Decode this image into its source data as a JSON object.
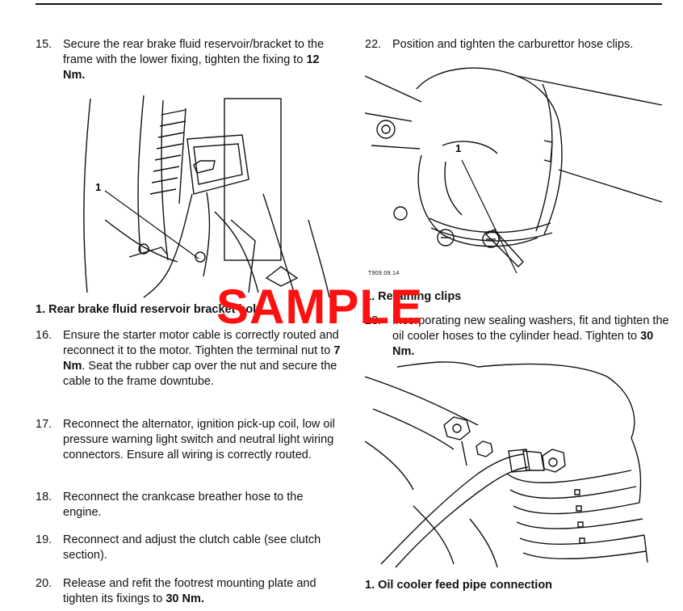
{
  "left": {
    "step15": {
      "num": "15.",
      "text": "Secure the rear brake fluid reservoir/bracket to the frame with the lower fixing, tighten the fixing to ",
      "value": "12 Nm."
    },
    "fig1": {
      "label": "1",
      "caption": "1. Rear brake fluid reservoir bracket bolt"
    },
    "step16": {
      "num": "16.",
      "text": "Ensure the starter motor cable is correctly routed and reconnect it to the motor.  Tighten the terminal nut to ",
      "value": "7 Nm",
      "text2": ".  Seat the rubber cap over the nut and secure the cable to the frame downtube."
    },
    "step17": {
      "num": "17.",
      "text": "Reconnect the alternator, ignition pick-up coil, low oil pressure warning light switch and neutral light wiring connectors.  Ensure all wiring is correctly routed."
    },
    "step18": {
      "num": "18.",
      "text": "Reconnect the crankcase breather hose to the engine."
    },
    "step19": {
      "num": "19.",
      "text": "Reconnect and adjust the clutch cable (see clutch section)."
    },
    "step20": {
      "num": "20.",
      "text": "Release and refit the footrest mounting plate and tighten its fixings to ",
      "value": "30 Nm."
    }
  },
  "right": {
    "step22": {
      "num": "22.",
      "text": "Position and tighten the carburettor hose clips."
    },
    "fig2": {
      "label": "1",
      "code": "T909.09.14",
      "caption": "1. Retaining clips"
    },
    "step23": {
      "num": "23.",
      "text": "Incorporating new sealing washers, fit and tighten the oil cooler hoses to the cylinder head.  Tighten to ",
      "value": "30 Nm."
    },
    "fig3": {
      "caption": "1. Oil cooler feed pipe connection"
    }
  },
  "watermark": {
    "text": "SAMPLE",
    "color": "#ff1010"
  }
}
